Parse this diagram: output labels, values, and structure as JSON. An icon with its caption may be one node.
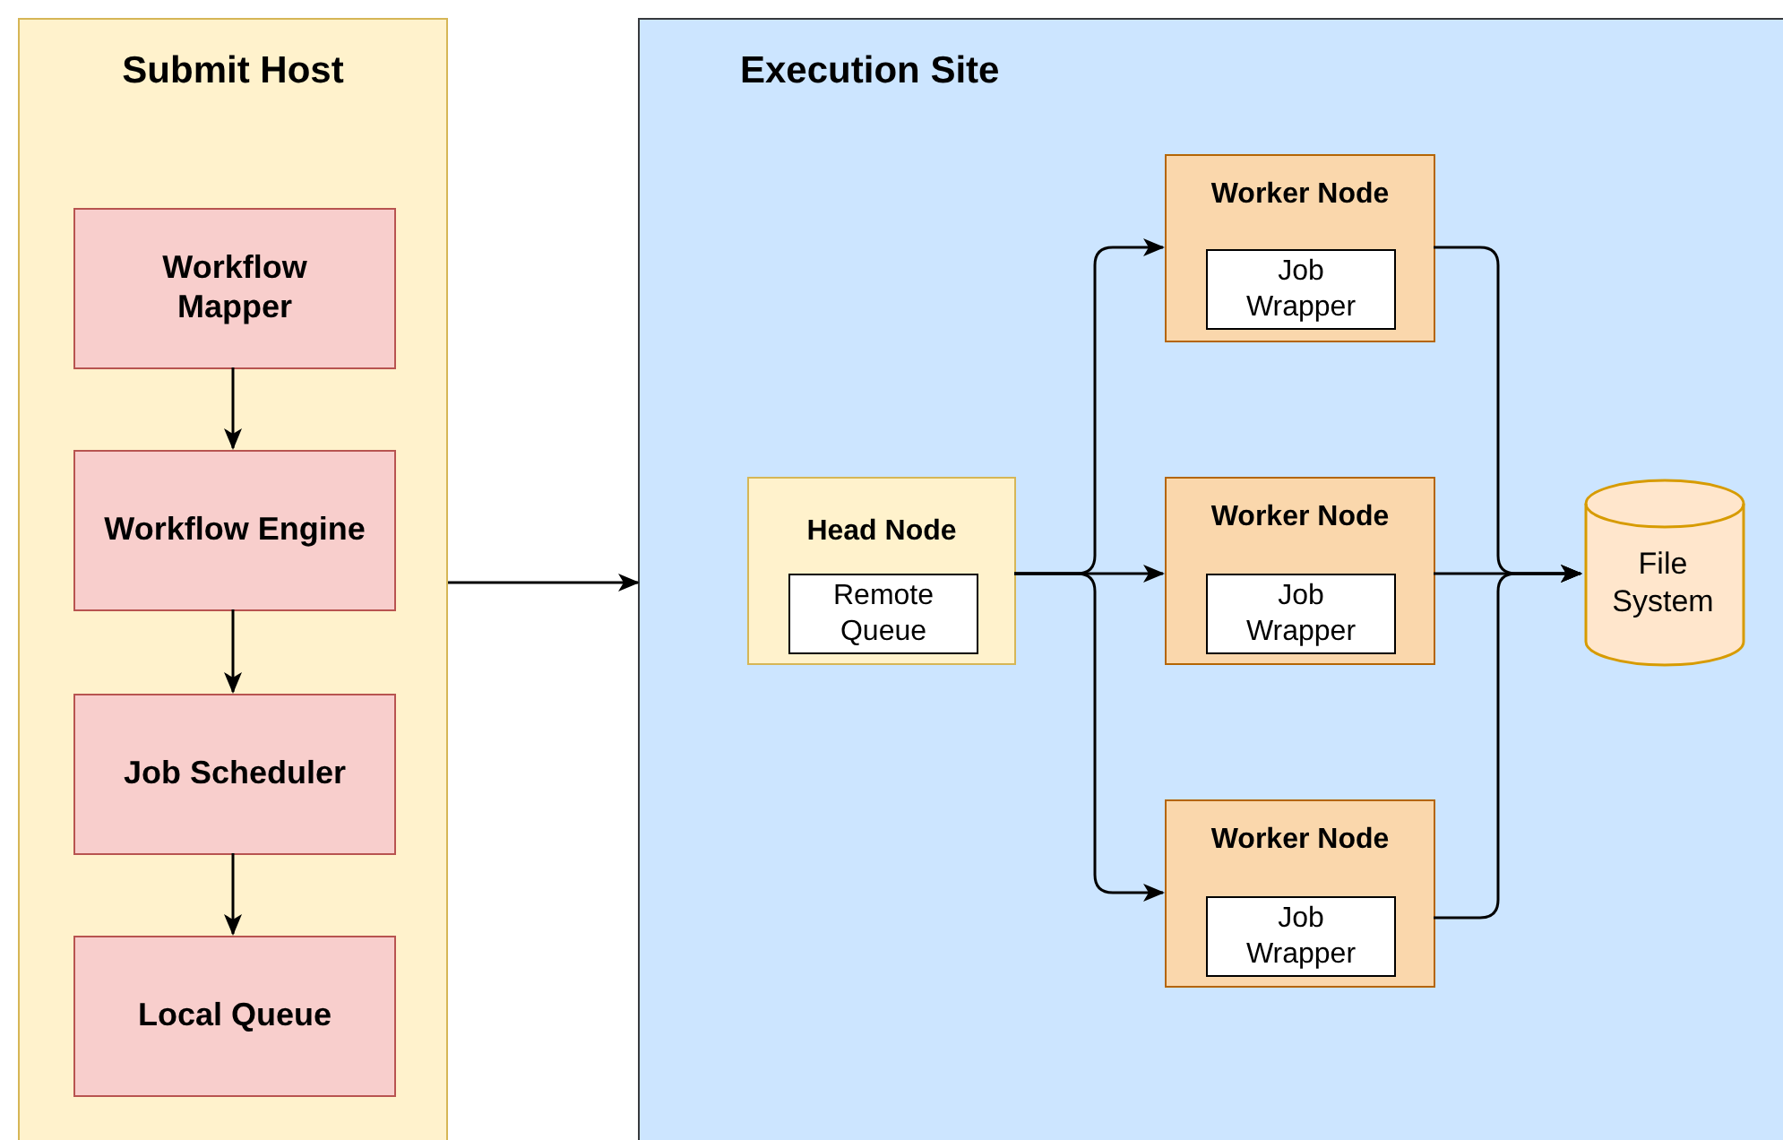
{
  "diagram": {
    "nodes": [
      {
        "text": [
          "Submit Host"
        ]
      },
      {
        "text": [
          "Workflow Mapper"
        ],
        "in": 0
      },
      {
        "text": [
          "Workflow Engine"
        ],
        "in": 0
      },
      {
        "text": [
          "Job Scheduler"
        ],
        "in": 0
      },
      {
        "text": [
          "Local Queue"
        ],
        "in": 0
      },
      {
        "text": [
          "Execution Site"
        ]
      },
      {
        "text": [
          "Head Node"
        ],
        "in": 5
      },
      {
        "text": [
          "Remote Queue"
        ],
        "in": 6
      },
      {
        "text": [
          "Worker Node"
        ],
        "in": 5
      },
      {
        "text": [
          "Job Wrapper"
        ],
        "in": 8
      },
      {
        "text": [
          "Worker Node"
        ],
        "in": 5
      },
      {
        "text": [
          "Job Wrapper"
        ],
        "in": 10
      },
      {
        "text": [
          "Worker Node"
        ],
        "in": 5
      },
      {
        "text": [
          "Job Wrapper"
        ],
        "in": 12
      },
      {
        "text": [
          "File System"
        ],
        "in": 5
      }
    ],
    "edges": [
      {
        "from": 1,
        "to": 2,
        "arrow": "to"
      },
      {
        "from": 2,
        "to": 3,
        "arrow": "to"
      },
      {
        "from": 3,
        "to": 4,
        "arrow": "to"
      },
      {
        "from": 0,
        "to": 5,
        "arrow": "to"
      },
      {
        "from": 6,
        "to": 8,
        "arrow": "to"
      },
      {
        "from": 6,
        "to": 10,
        "arrow": "to"
      },
      {
        "from": 6,
        "to": 12,
        "arrow": "to"
      },
      {
        "from": 8,
        "to": 14,
        "arrow": "to"
      },
      {
        "from": 10,
        "to": 14,
        "arrow": "to"
      },
      {
        "from": 12,
        "to": 14,
        "arrow": "to"
      }
    ]
  }
}
